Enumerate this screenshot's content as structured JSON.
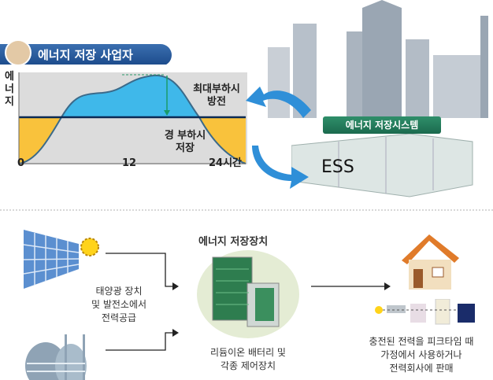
{
  "top": {
    "title": "에너지 저장 사업자",
    "y_axis_label": "에너지",
    "x_ticks": [
      "0",
      "12",
      "24시간"
    ],
    "peak_label": [
      "최대부하시",
      "방전"
    ],
    "offpeak_label": [
      "경 부하시",
      "저장"
    ],
    "system_label": "에너지 저장시스템",
    "ess_label": "ESS",
    "colors": {
      "discharge": "#3fb8ea",
      "charge": "#f9c23c",
      "title": "#2a5c9e"
    }
  },
  "bottom": {
    "device_title": "에너지 저장장치",
    "source_text": [
      "태양광 장치",
      "및 발전소에서",
      "전력공급"
    ],
    "device_text": [
      "리듐이온 배터리 및",
      "각종 제어장치"
    ],
    "output_text": [
      "충전된 전력을 피크타임 때",
      "가정에서 사용하거나",
      "전력회사에 판매"
    ]
  }
}
